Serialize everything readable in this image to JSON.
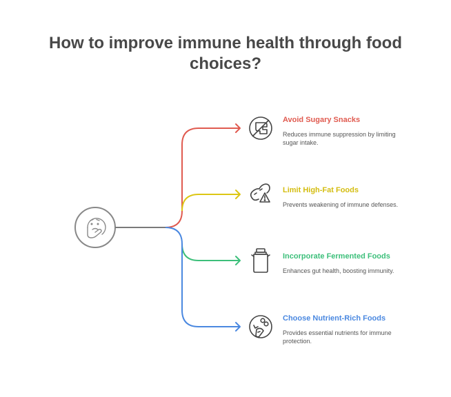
{
  "title": {
    "line1": "How to improve immune health through food",
    "line2": "choices?"
  },
  "center": {
    "icon": "thinking-face-icon",
    "color": "#888888"
  },
  "branches": [
    {
      "heading": "Avoid Sugary Snacks",
      "description_line1": "Reduces immune suppression by limiting",
      "description_line2": "sugar intake.",
      "color": "#e05a4f",
      "icon": "no-sugar-icon"
    },
    {
      "heading": "Limit High-Fat Foods",
      "description_line1": "Prevents weakening of immune defenses.",
      "description_line2": "",
      "color": "#dcc614",
      "icon": "peanut-warning-icon"
    },
    {
      "heading": "Incorporate Fermented Foods",
      "description_line1": "Enhances gut health, boosting immunity.",
      "description_line2": "",
      "color": "#3cbf7a",
      "icon": "milk-can-icon"
    },
    {
      "heading": "Choose Nutrient-Rich Foods",
      "description_line1": "Provides essential nutrients for immune",
      "description_line2": "protection.",
      "color": "#4a88e0",
      "icon": "vegetables-icon"
    }
  ]
}
